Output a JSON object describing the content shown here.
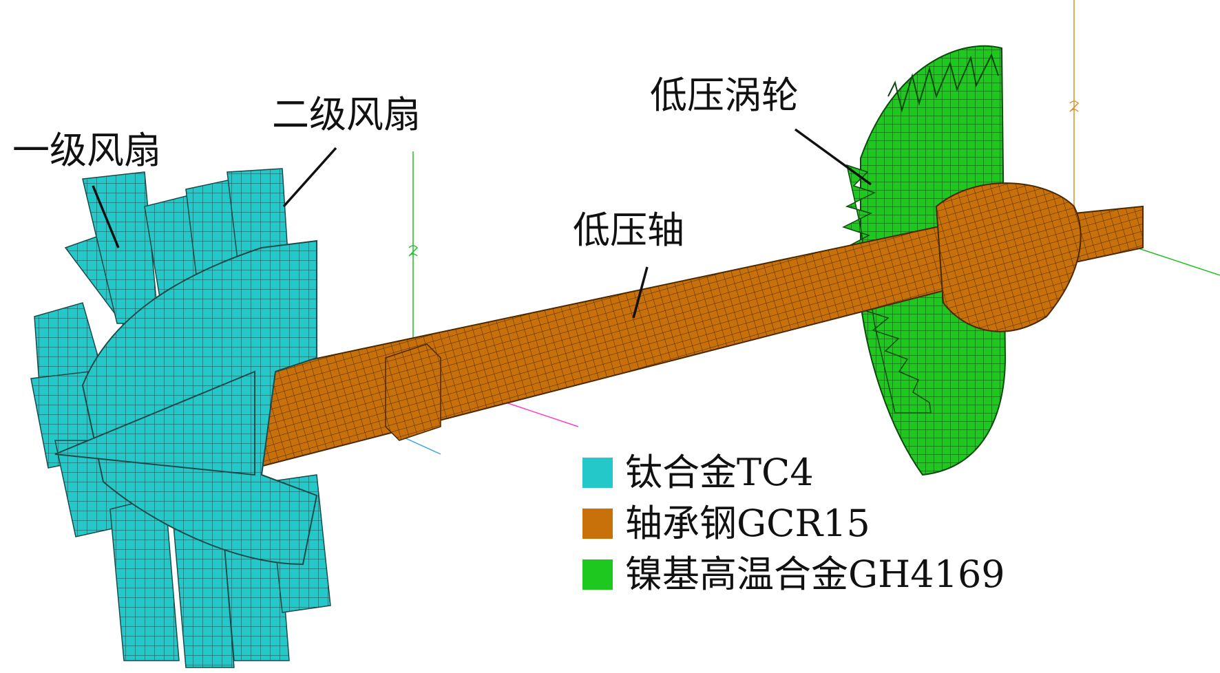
{
  "labels": {
    "fan_stage_1": "一级风扇",
    "fan_stage_2": "二级风扇",
    "lp_shaft": "低压轴",
    "lp_turbine": "低压涡轮"
  },
  "legend": [
    {
      "label": "钛合金TC4",
      "color": "#25c8c8"
    },
    {
      "label": "轴承钢GCR15",
      "color": "#c8700a"
    },
    {
      "label": "镍基高温合金GH4169",
      "color": "#1ec81e"
    }
  ],
  "colors": {
    "titanium": "#25c8c8",
    "steel": "#c8700a",
    "nickel": "#1ec81e",
    "mesh_line": "#1e1e1e",
    "pointer": "#111111",
    "axis_x": "#20c020",
    "axis_y": "#ff3fbf",
    "axis_z": "#3aa6e8",
    "axis_turbine": "#e09020"
  }
}
